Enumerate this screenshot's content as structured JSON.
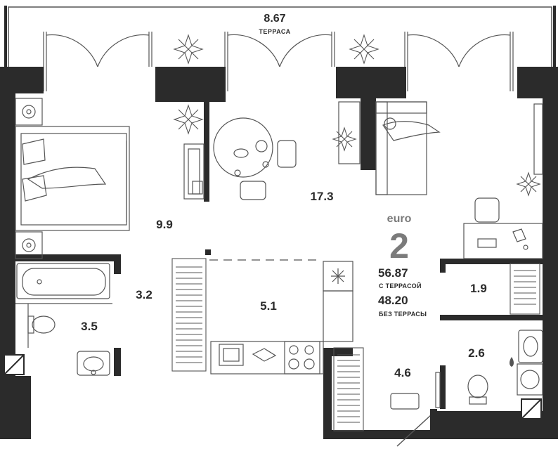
{
  "terrace": {
    "area": "8.67",
    "caption": "ТЕРРАСА"
  },
  "rooms": [
    {
      "id": "bedroom",
      "area": "9.9"
    },
    {
      "id": "living",
      "area": "17.3"
    },
    {
      "id": "hall",
      "area": "3.2"
    },
    {
      "id": "bathroom",
      "area": "3.5"
    },
    {
      "id": "kitchen",
      "area": "5.1"
    },
    {
      "id": "storage",
      "area": "1.9"
    },
    {
      "id": "wc",
      "area": "2.6"
    },
    {
      "id": "entry",
      "area": "4.6"
    }
  ],
  "layout_type": {
    "label": "euro",
    "count": "2"
  },
  "totals": {
    "with_terrace": "56.87",
    "with_terrace_caption": "С ТЕРРАСОЙ",
    "without_terrace": "48.20",
    "without_terrace_caption": "БЕЗ ТЕРРАСЫ"
  },
  "colors": {
    "wall": "#2b2b2b",
    "line": "#555555",
    "accent": "#7b7b7b"
  }
}
